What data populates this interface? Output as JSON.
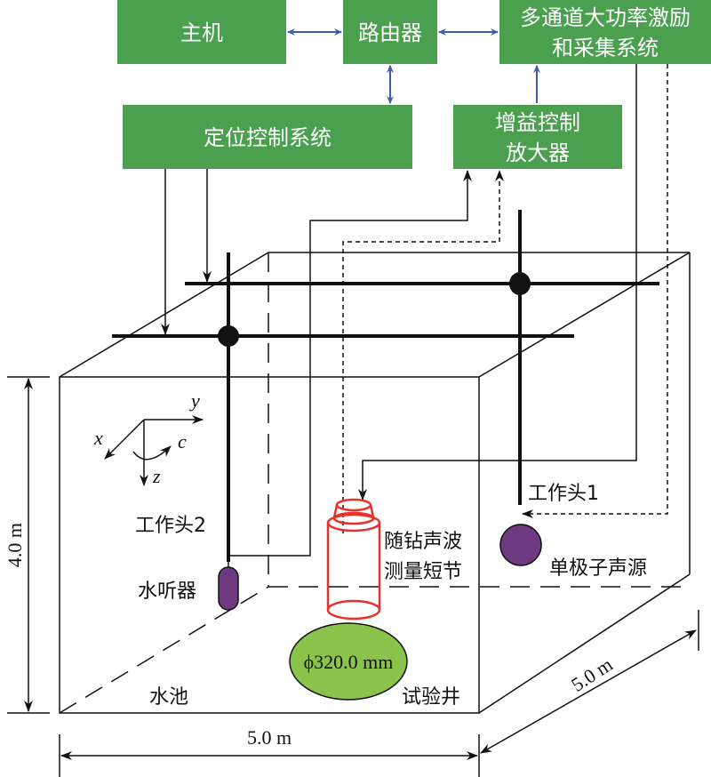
{
  "colors": {
    "box_fill": "#4aa04f",
    "link_arrow": "#3b5ea8",
    "sensor_fill": "#6e3a82",
    "tool_outline": "#e8312a",
    "well_fill": "#8bc34a"
  },
  "boxes": {
    "host": "主机",
    "router": "路由器",
    "excitation_1": "多通道大功率激励",
    "excitation_2": "和采集系统",
    "positioning": "定位控制系统",
    "amplifier_1": "增益控制",
    "amplifier_2": "放大器"
  },
  "labels": {
    "head2": "工作头2",
    "head1": "工作头1",
    "hydrophone": "水听器",
    "tool_1": "随钻声波",
    "tool_2": "测量短节",
    "source": "单极子声源",
    "pool": "水池",
    "well": "试验井",
    "well_diameter": "ϕ320.0 mm"
  },
  "axes": {
    "x": "x",
    "y": "y",
    "z": "z",
    "c": "c"
  },
  "dimensions": {
    "height": "4.0 m",
    "width": "5.0 m",
    "depth": "5.0 m"
  }
}
